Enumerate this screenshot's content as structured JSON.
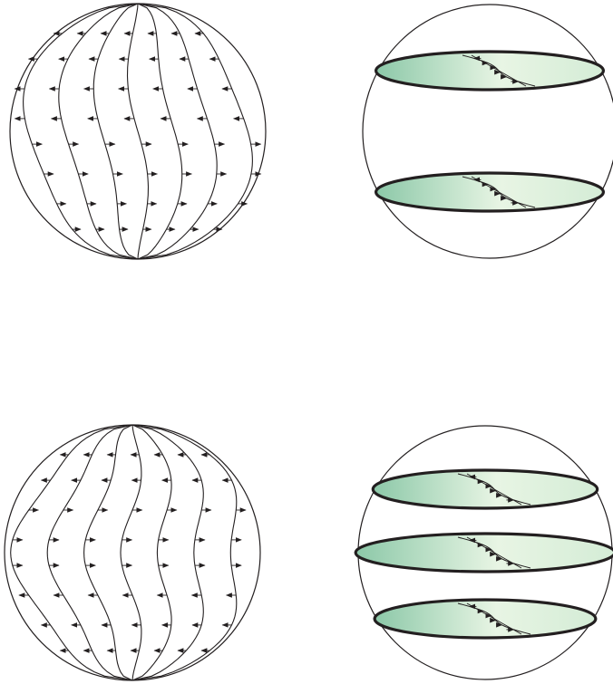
{
  "figure": {
    "panels": [
      {
        "id": "top-left",
        "kind": "meridional-sphere",
        "lines": 7,
        "order": 1
      },
      {
        "id": "top-right",
        "kind": "ring-sphere",
        "rings": 2,
        "order": 1
      },
      {
        "id": "bottom-left",
        "kind": "meridional-sphere",
        "lines": 7,
        "order": 2
      },
      {
        "id": "bottom-right",
        "kind": "ring-sphere",
        "rings": 3,
        "order": 2
      }
    ],
    "colors": {
      "sphere_light": "#fff200",
      "sphere_dark": "#f7941d",
      "sphere_pale_center": "#fff8dc",
      "sphere_pale_edge": "#fdc85a",
      "band_light": "#e8f5e4",
      "band_dark": "#8cc8a8",
      "ink": "#231f20"
    }
  }
}
